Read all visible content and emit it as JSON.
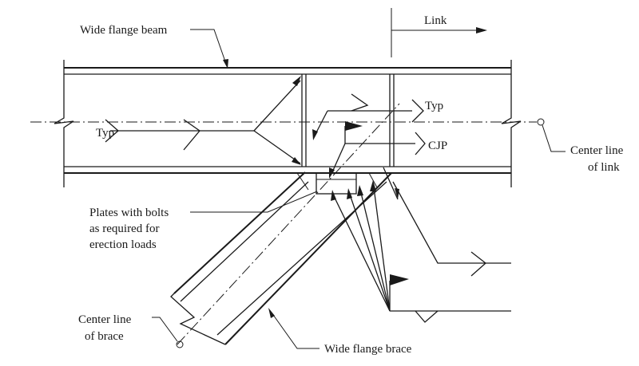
{
  "labels": {
    "beam": "Wide flange beam",
    "link": "Link",
    "typ_left": "Typ",
    "typ_right": "Typ",
    "cjp": "CJP",
    "center_link_line1": "Center line",
    "center_link_line2": "of link",
    "plates_line1": "Plates with bolts",
    "plates_line2": "as required for",
    "plates_line3": "erection loads",
    "center_brace_line1": "Center line",
    "center_brace_line2": "of brace",
    "brace": "Wide flange brace"
  },
  "colors": {
    "ink": "#1a1a1a",
    "background": "#ffffff"
  }
}
